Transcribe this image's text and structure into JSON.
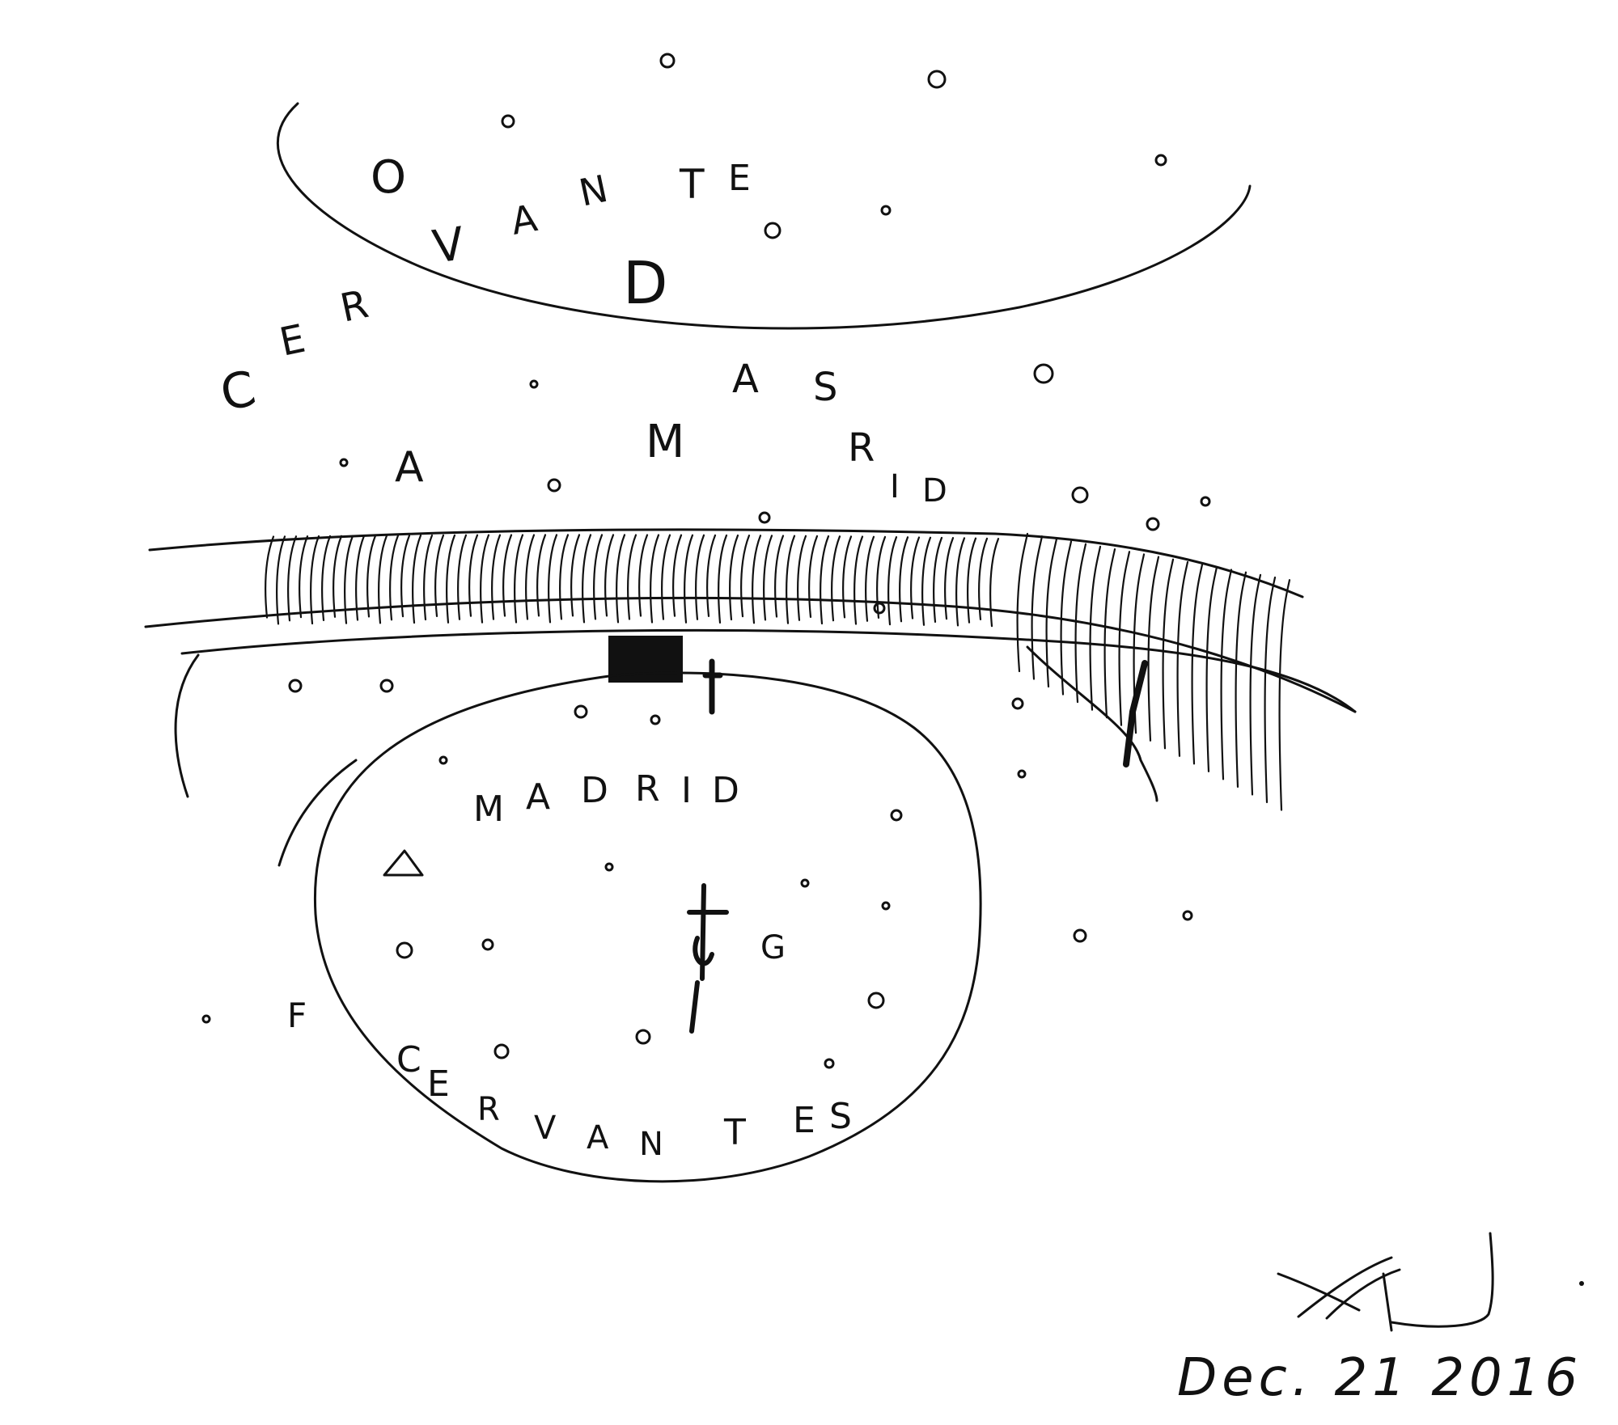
{
  "sketch": {
    "upper_letters": [
      "C",
      "E",
      "R",
      "V",
      "A",
      "N",
      "T",
      "E",
      "O",
      "D",
      "A",
      "S",
      "M",
      "A",
      "R",
      "I",
      "D"
    ],
    "lower_letters": [
      "M",
      "A",
      "D",
      "R",
      "I",
      "D",
      "C",
      "E",
      "R",
      "V",
      "A",
      "N",
      "T",
      "E",
      "S",
      "G",
      "F"
    ],
    "date_inscription": "Dec. 21 2016"
  },
  "colors": {
    "ink": "#111111",
    "paper": "#ffffff"
  }
}
